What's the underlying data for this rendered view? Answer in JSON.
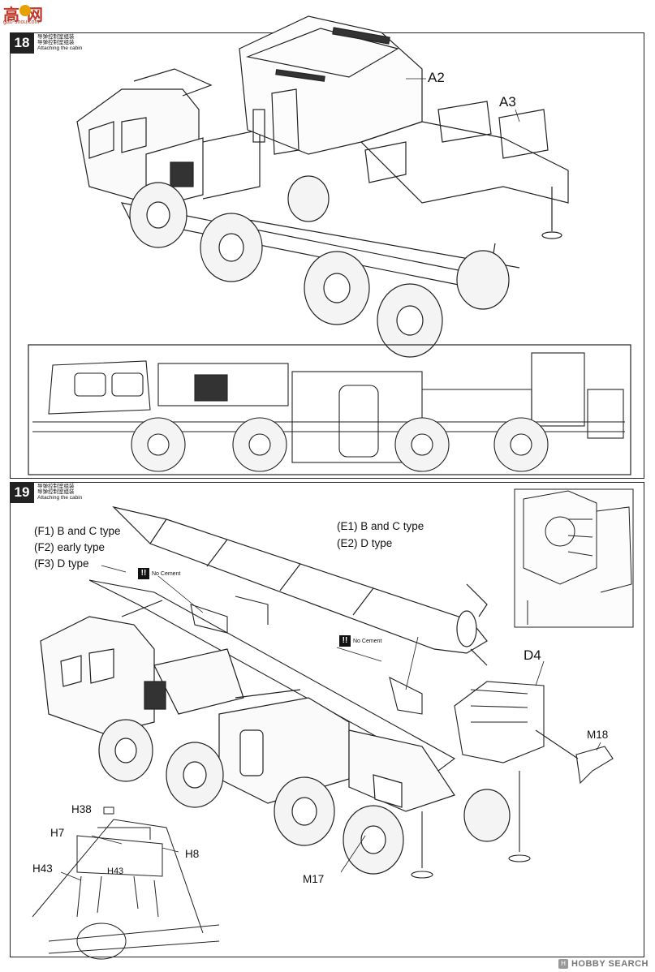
{
  "site": {
    "logo_text": "高 网",
    "logo_sub": "gao-shou.com"
  },
  "step18": {
    "number": "18",
    "title_cn": "导弹控制室组装\n导弹控制室组装",
    "title_en": "Attaching the cabin",
    "labels": {
      "a2": "A2",
      "a3": "A3"
    }
  },
  "step19": {
    "number": "19",
    "title_cn": "导弹控制室组装\n导弹控制室组装",
    "title_en": "Attaching the cabin",
    "labels": {
      "f1": "(F1) B and C type",
      "f2": "(F2) early type",
      "f3": "(F3) D type",
      "e1": "(E1) B and C type",
      "e2": "(E2) D type",
      "d4": "D4",
      "m18": "M18",
      "m17": "M17",
      "h38": "H38",
      "h7": "H7",
      "h8": "H8",
      "h43a": "H43",
      "h43b": "H43"
    },
    "warnings": [
      {
        "icon": "!!",
        "text": "No Cement"
      },
      {
        "icon": "!!",
        "text": "No Cement"
      }
    ]
  },
  "footer": {
    "icon": "H",
    "text": "HOBBY SEARCH"
  }
}
